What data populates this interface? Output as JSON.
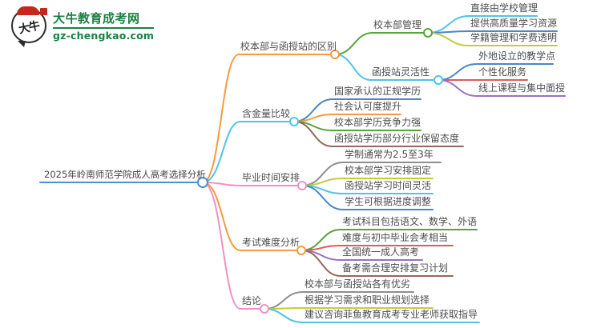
{
  "logo": {
    "icon_text": "大牛",
    "site_name": "大牛教育成考网",
    "site_domain": "gz-chengkao.com",
    "brand_green": "#1b8043"
  },
  "palette": {
    "root_blue": "#4a90d2",
    "orange": "#f79a3e",
    "cyan": "#4fc4e6",
    "pink": "#f090c6",
    "green": "#55a53a",
    "blue": "#4a86c8",
    "red": "#e05a5a",
    "yellow_green": "#c9c93a",
    "purple": "#9c6fc6",
    "brown": "#95685c",
    "gray": "#8e8e8e",
    "text": "#4d4d4d"
  },
  "root": {
    "label": "2025年岭南师范学院成人高考选择分析"
  },
  "branches": [
    {
      "label": "校本部与函授站的区别",
      "children": [
        {
          "label": "校本部管理",
          "children": [
            {
              "label": "直接由学校管理"
            },
            {
              "label": "提供高质量学习资源"
            },
            {
              "label": "学籍管理和学费透明"
            }
          ]
        },
        {
          "label": "函授站灵活性",
          "children": [
            {
              "label": "外地设立的教学点"
            },
            {
              "label": "个性化服务"
            },
            {
              "label": "线上课程与集中面授"
            }
          ]
        }
      ]
    },
    {
      "label": "含金量比较",
      "children": [
        {
          "label": "国家承认的正规学历"
        },
        {
          "label": "社会认可度提升"
        },
        {
          "label": "校本部学历竞争力强"
        },
        {
          "label": "函授站学历部分行业保留态度"
        }
      ]
    },
    {
      "label": "毕业时间安排",
      "children": [
        {
          "label": "学制通常为2.5至3年"
        },
        {
          "label": "校本部学习安排固定"
        },
        {
          "label": "函授站学习时间灵活"
        },
        {
          "label": "学生可根据进度调整"
        }
      ]
    },
    {
      "label": "考试难度分析",
      "children": [
        {
          "label": "考试科目包括语文、数学、外语"
        },
        {
          "label": "难度与初中毕业会考相当"
        },
        {
          "label": "全国统一成人高考"
        },
        {
          "label": "备考需合理安排复习计划"
        }
      ]
    },
    {
      "label": "结论",
      "children": [
        {
          "label": "校本部与函授站各有优劣"
        },
        {
          "label": "根据学习需求和职业规划选择"
        },
        {
          "label": "建议咨询菲鱼教育成考专业老师获取指导"
        }
      ]
    }
  ]
}
